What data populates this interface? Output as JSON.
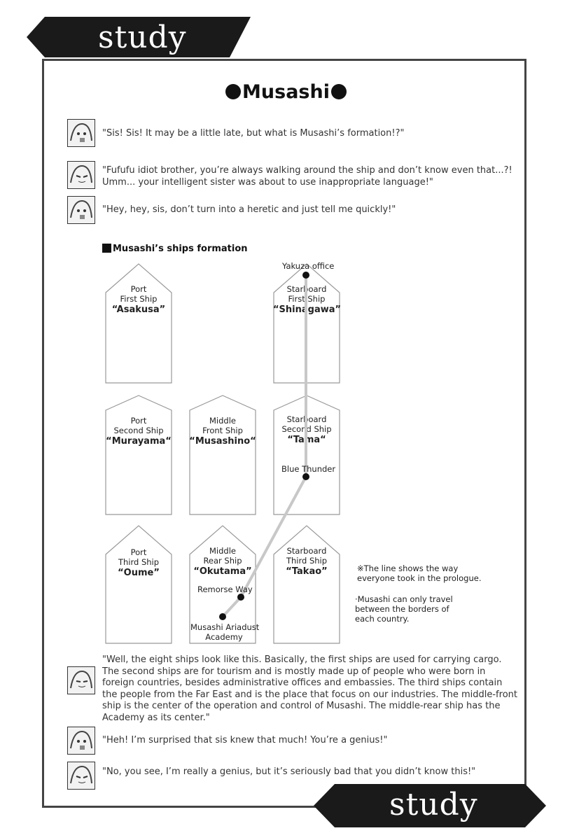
{
  "header": {
    "tab_label": "study"
  },
  "footer": {
    "tab_label": "study"
  },
  "title": "Musashi",
  "dialogue_top": [
    {
      "lines": [
        "\"Sis! Sis! It may be a little late, but what is Musashi’s formation!?\""
      ]
    },
    {
      "lines": [
        "\"Fufufu idiot brother, you’re always walking around the ship and don’t know even that...?!",
        "Umm... your intelligent sister was about to use inappropriate language!\""
      ]
    },
    {
      "lines": [
        "\"Hey, hey, sis, don’t turn into a heretic and just tell me quickly!\""
      ]
    }
  ],
  "section_heading": "Musashi’s ships formation",
  "ships": [
    {
      "line1": "Port",
      "line2": "First Ship",
      "name": "“Asakusa”"
    },
    {
      "line1": "Starboard",
      "line2": "First Ship",
      "name": "“Shinagawa”"
    },
    {
      "line1": "Port",
      "line2": "Second Ship",
      "name": "“Murayama“"
    },
    {
      "line1": "Middle",
      "line2": "Front Ship",
      "name": "“Musashino“"
    },
    {
      "line1": "Starboard",
      "line2": "Second Ship",
      "name": "“Tama“"
    },
    {
      "line1": "Port",
      "line2": "Third Ship",
      "name": "“Oume”"
    },
    {
      "line1": "Middle",
      "line2": "Rear Ship",
      "name": "“Okutama”"
    },
    {
      "line1": "Starboard",
      "line2": "Third Ship",
      "name": "“Takao”"
    }
  ],
  "markers": {
    "yakuza": "Yakuza office",
    "blue_thunder": "Blue Thunder",
    "remorse_way": "Remorse Way",
    "academy_line1": "Musashi Ariadust",
    "academy_line2": "Academy"
  },
  "notes": {
    "note1_line1": "※The line shows the way",
    "note1_line2": "everyone took in the prologue.",
    "note2_line1": "·Musashi can only travel",
    "note2_line2": "between the borders of",
    "note2_line3": "each country."
  },
  "dialogue_bottom": {
    "paragraph": [
      "\"Well, the eight ships look like this. Basically, the first ships are used for carrying cargo.",
      "The second ships are for tourism and is mostly made up of people who were born in",
      "foreign countries, besides administrative offices and embassies. The third ships contain",
      "the people from the Far East and is the place that focus on our industries. The middle-front",
      "ship is the center of the operation and control of Musashi. The middle-rear ship has the",
      "Academy as its center.\""
    ],
    "line2": "\"Heh! I’m surprised that sis knew that much! You’re a genius!\"",
    "line3": "\"No, you see, I’m really a genius, but it’s seriously bad that you didn’t know this!\""
  }
}
